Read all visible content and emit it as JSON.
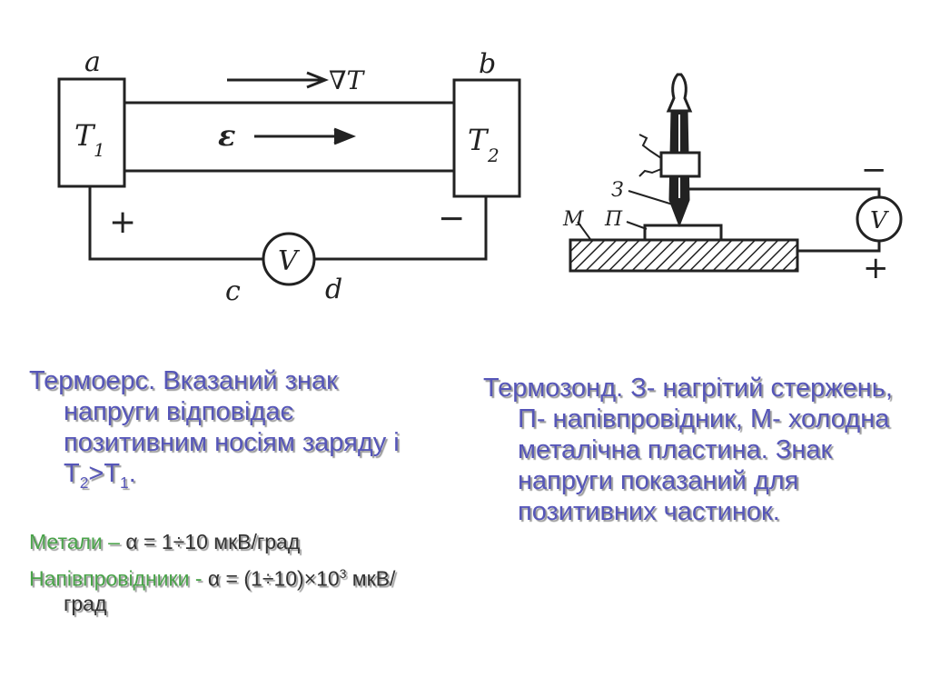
{
  "diagram_left": {
    "label_a": "a",
    "label_b": "b",
    "label_c": "c",
    "label_d": "d",
    "block_left": "T",
    "block_left_sub": "1",
    "block_right": "T",
    "block_right_sub": "2",
    "grad_label": "∇T",
    "field_label": "ε",
    "plus": "+",
    "minus": "−",
    "voltmeter": "V"
  },
  "diagram_right": {
    "label_z": "З",
    "label_p": "П",
    "label_m": "М",
    "minus": "−",
    "plus": "+",
    "voltmeter": "V"
  },
  "left_text": {
    "main_a": "Термоерс. Вказаний знак напруги відповідає позитивним носіям заряду і T",
    "main_sub1": "2",
    "main_b": ">T",
    "main_sub2": "1",
    "main_c": ".",
    "metals_label": "Метали – ",
    "metals_formula": "α = 1÷10 мкВ/град",
    "semi_label": "Напівпровідники - ",
    "semi_formula": "α = (1÷10)×10",
    "semi_exp": "3",
    "semi_unit": " мкВ/град"
  },
  "right_text": {
    "main": "Термозонд. З- нагрітий стержень, П- напівпровідник, М- холодна металічна пластина. Знак напруги показаний для позитивних частинок."
  },
  "colors": {
    "main_text": "#5656b8",
    "green_text": "#4aa34a",
    "line": "#222222"
  }
}
